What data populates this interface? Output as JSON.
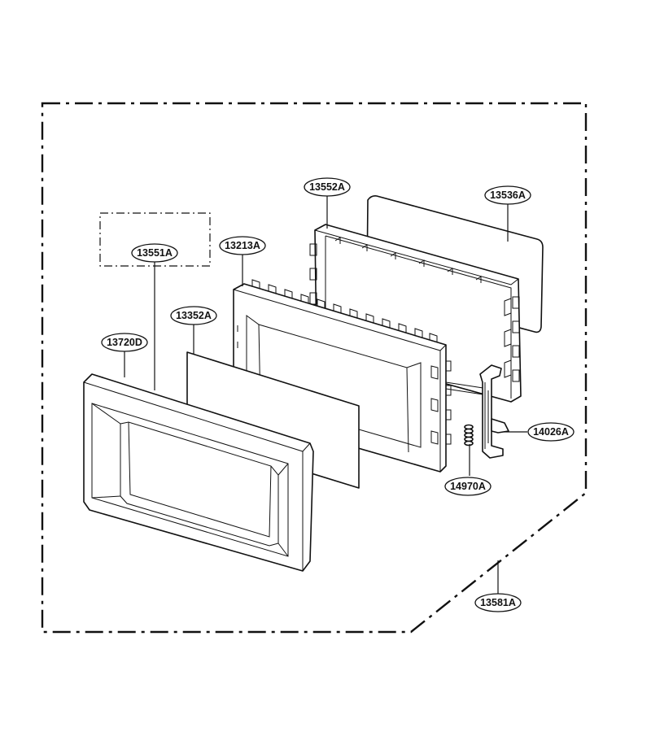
{
  "diagram": {
    "type": "exploded-parts-view",
    "line_color": "#111111",
    "background": "#ffffff"
  },
  "callouts": {
    "door_assembly": "13581A",
    "door_frame": "13720D",
    "choke_cover": "13552A",
    "window_glass": "13536A",
    "shield_screen": "13352A",
    "door_panel": "13213A",
    "optional_part": "13551A",
    "latch_hook": "14026A",
    "latch_spring": "14970A"
  }
}
